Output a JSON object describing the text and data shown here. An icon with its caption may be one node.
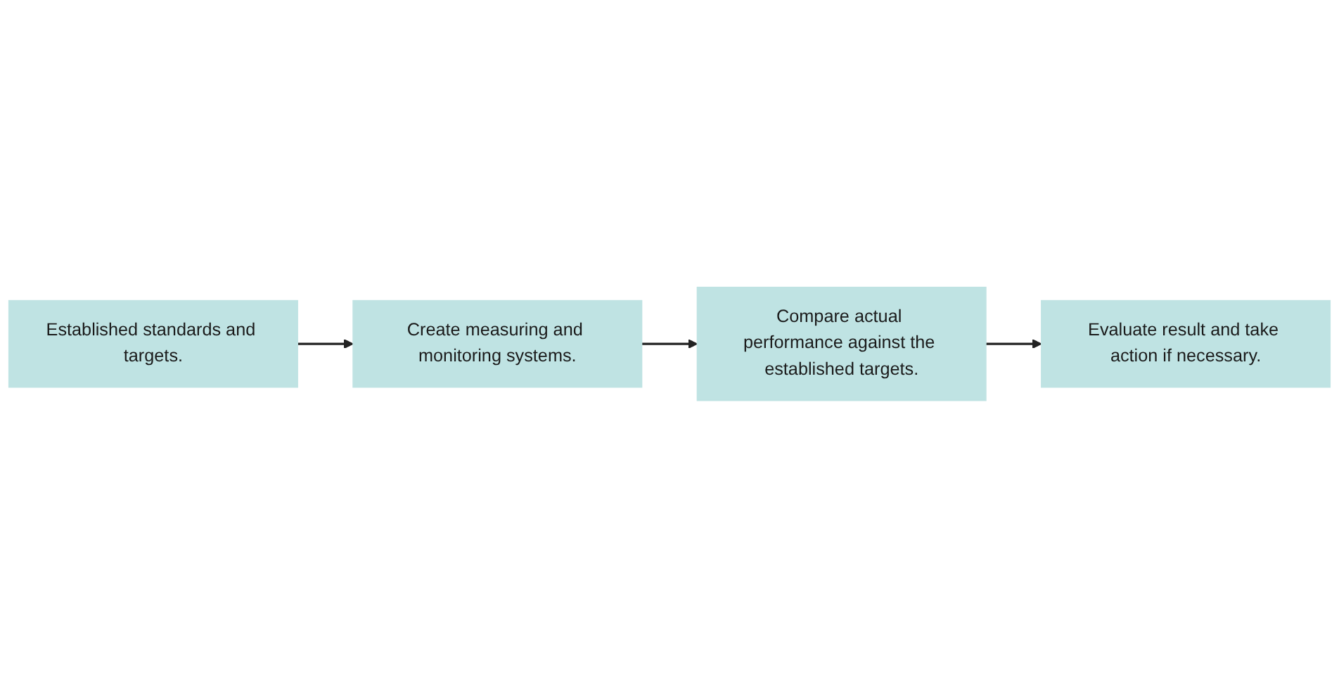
{
  "diagram": {
    "nodes": [
      {
        "text": [
          "Established standards and targets."
        ]
      },
      {
        "text": [
          "Create measuring and monitoring systems."
        ]
      },
      {
        "text": [
          "Compare actual performance against the established targets."
        ]
      },
      {
        "text": [
          "Evaluate result and take action if necessary."
        ]
      }
    ],
    "edges": [
      {
        "from": 0,
        "to": 1,
        "arrow": "to"
      },
      {
        "from": 1,
        "to": 2,
        "arrow": "to"
      },
      {
        "from": 2,
        "to": 3,
        "arrow": "to"
      }
    ]
  }
}
